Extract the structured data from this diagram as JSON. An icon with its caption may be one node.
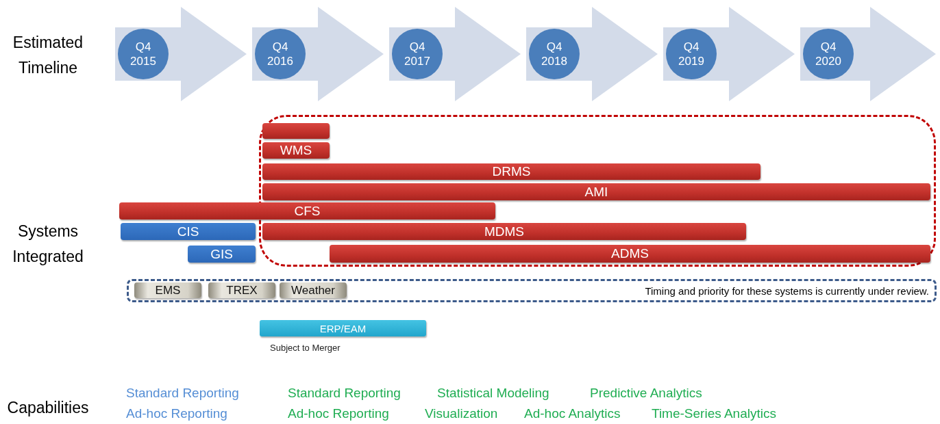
{
  "diagram": {
    "nodes": [
      {
        "text": [
          "Q4 2015"
        ]
      },
      {
        "text": [
          "Q4 2016"
        ]
      },
      {
        "text": [
          "Q4 2017"
        ]
      },
      {
        "text": [
          "Q4 2018"
        ]
      },
      {
        "text": [
          "Q4 2019"
        ]
      },
      {
        "text": [
          "Q4 2020"
        ]
      },
      {
        "text": [],
        "shape": "box"
      },
      {
        "text": [],
        "shape": "bar",
        "in": 6
      },
      {
        "text": [
          "WMS"
        ],
        "in": 6
      },
      {
        "text": [
          "DRMS"
        ],
        "in": 6
      },
      {
        "text": [
          "AMI"
        ],
        "in": 6
      },
      {
        "text": [
          "CFS"
        ]
      },
      {
        "text": [
          "CIS"
        ]
      },
      {
        "text": [
          "MDMS"
        ],
        "in": 6
      },
      {
        "text": [
          "GIS"
        ]
      },
      {
        "text": [
          "ADMS"
        ],
        "in": 6
      },
      {
        "text": [
          "Timing and priority for these systems is currently under review."
        ]
      },
      {
        "text": [
          "EMS"
        ],
        "in": 16
      },
      {
        "text": [
          "TREX"
        ],
        "in": 16
      },
      {
        "text": [
          "Weather"
        ],
        "in": 16
      },
      {
        "text": [
          "ERP/EAM"
        ],
        "beside": [
          "Subject to Merger"
        ]
      }
    ],
    "edges": [
      {
        "from": 0,
        "to": 1,
        "arrow": "to",
        "style": "thick"
      },
      {
        "from": 1,
        "to": 2,
        "arrow": "to",
        "style": "thick"
      },
      {
        "from": 2,
        "to": 3,
        "arrow": "to",
        "style": "thick"
      },
      {
        "from": 3,
        "to": 4,
        "arrow": "to",
        "style": "thick"
      },
      {
        "from": 4,
        "to": 5,
        "arrow": "to",
        "style": "thick"
      },
      {
        "from": 5,
        "to": null,
        "arrow": "to",
        "style": "thick"
      }
    ],
    "labels": [
      "Estimated Timeline",
      "Systems Integrated",
      "Capabilities",
      "Standard Reporting",
      "Standard Reporting",
      "Statistical Modeling",
      "Predictive Analytics",
      "Ad-hoc Reporting",
      "Ad-hoc Reporting",
      "Visualization",
      "Ad-hoc Analytics",
      "Time-Series Analytics"
    ]
  }
}
